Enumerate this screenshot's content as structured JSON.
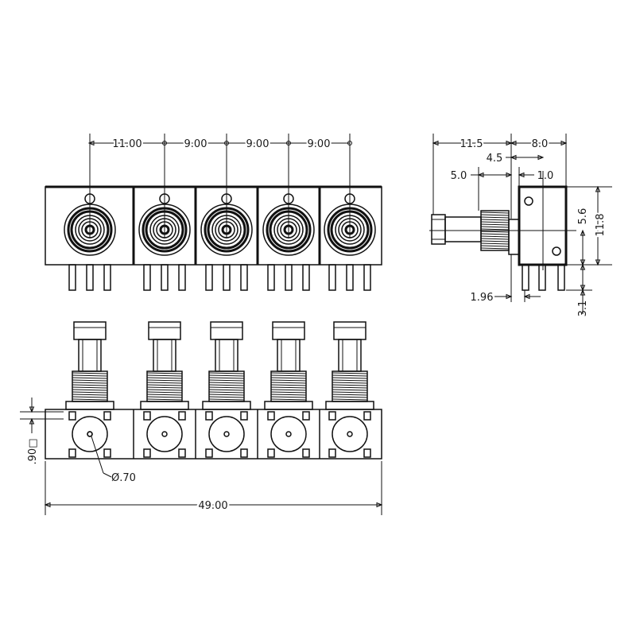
{
  "front_view": {
    "dims": [
      "11.00",
      "9.00",
      "9.00",
      "9.00"
    ],
    "connector_count": 5
  },
  "side_view": {
    "dim_11_5": "11.5",
    "dim_8_0": "8.0",
    "dim_4_5": "4.5",
    "dim_5_0": "5.0",
    "dim_1_0": "1.0",
    "dim_5_6": "5.6",
    "dim_11_8": "11.8",
    "dim_1_96": "1.96",
    "dim_3_1": "3.1"
  },
  "bottom_view": {
    "dim_square": ".90□",
    "dim_diameter": "Ø.70",
    "dim_total": "49.00"
  },
  "colors": {
    "line": "#111111",
    "text": "#1a1a1a"
  }
}
